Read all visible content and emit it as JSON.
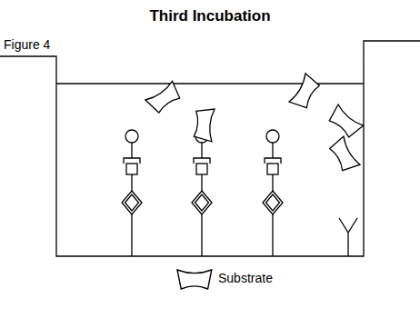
{
  "diagram": {
    "title": "Third Incubation",
    "labels": [
      "Figure 4"
    ],
    "legend": [
      {
        "text": "Substrate"
      }
    ]
  }
}
